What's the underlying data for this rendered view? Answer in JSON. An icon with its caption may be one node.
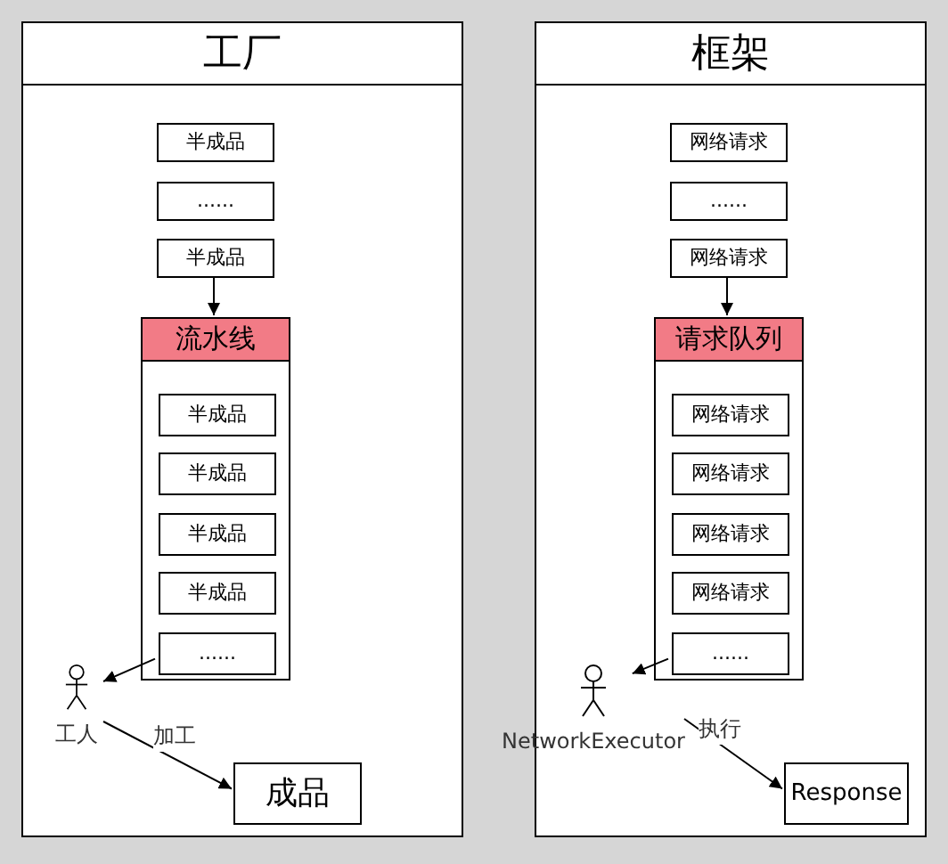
{
  "diagram": {
    "nodes": [
      {
        "text": [
          "工厂"
        ]
      },
      {
        "text": [
          "半成品"
        ],
        "in": 0
      },
      {
        "text": [
          "......"
        ],
        "in": 0
      },
      {
        "text": [
          "半成品"
        ],
        "in": 0
      },
      {
        "text": [
          "流水线"
        ],
        "in": 0
      },
      {
        "text": [
          "半成品"
        ],
        "in": 4
      },
      {
        "text": [
          "半成品"
        ],
        "in": 4
      },
      {
        "text": [
          "半成品"
        ],
        "in": 4
      },
      {
        "text": [
          "半成品"
        ],
        "in": 4
      },
      {
        "text": [
          "......"
        ],
        "in": 4
      },
      {
        "text": [
          "工人"
        ],
        "in": 0
      },
      {
        "text": [
          "成品"
        ],
        "in": 0
      },
      {
        "text": [
          "框架"
        ]
      },
      {
        "text": [
          "网络请求"
        ],
        "in": 12
      },
      {
        "text": [
          "......"
        ],
        "in": 12
      },
      {
        "text": [
          "网络请求"
        ],
        "in": 12
      },
      {
        "text": [
          "请求队列"
        ],
        "in": 12
      },
      {
        "text": [
          "网络请求"
        ],
        "in": 16
      },
      {
        "text": [
          "网络请求"
        ],
        "in": 16
      },
      {
        "text": [
          "网络请求"
        ],
        "in": 16
      },
      {
        "text": [
          "网络请求"
        ],
        "in": 16
      },
      {
        "text": [
          "......"
        ],
        "in": 16
      },
      {
        "text": [
          "NetworkExecutor"
        ],
        "in": 12
      },
      {
        "text": [
          "Response"
        ],
        "in": 12
      }
    ],
    "edges": [
      {
        "from": 3,
        "to": 4,
        "arrow": "to"
      },
      {
        "from": 9,
        "to": 10,
        "arrow": "to"
      },
      {
        "from": 10,
        "to": 11,
        "arrow": "to",
        "label": "加工"
      },
      {
        "from": 15,
        "to": 16,
        "arrow": "to"
      },
      {
        "from": 21,
        "to": 22,
        "arrow": "to"
      },
      {
        "from": 22,
        "to": 23,
        "arrow": "to",
        "label": "执行"
      }
    ]
  }
}
